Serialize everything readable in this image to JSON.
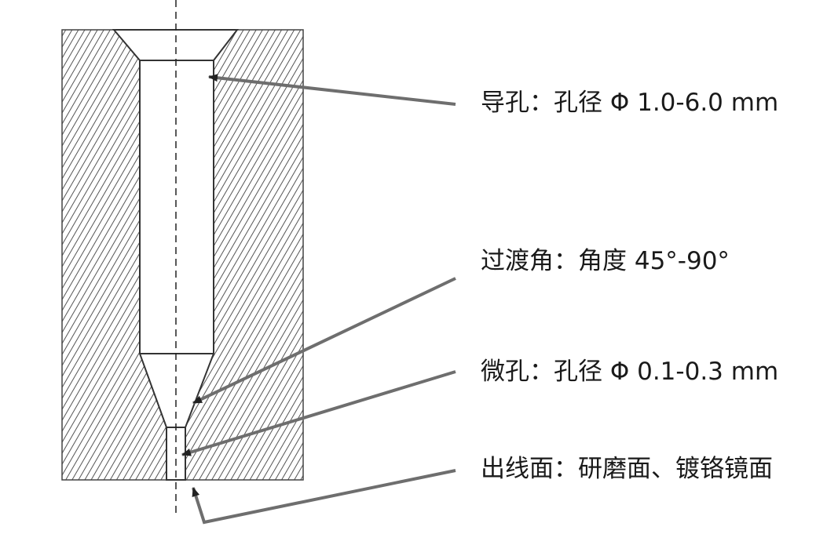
{
  "labels": {
    "guide_hole": "导孔：孔径 Φ 1.0-6.0 mm",
    "transition_angle": "过渡角：角度 45°-90°",
    "micro_hole": "微孔：孔径 Φ 0.1-0.3 mm",
    "exit_surface": "出线面：研磨面、镀铬镜面"
  },
  "colors": {
    "hatch": "#555555",
    "outline": "#333333",
    "leader": "#6e6e6e",
    "hole_fill": "#ffffff"
  }
}
